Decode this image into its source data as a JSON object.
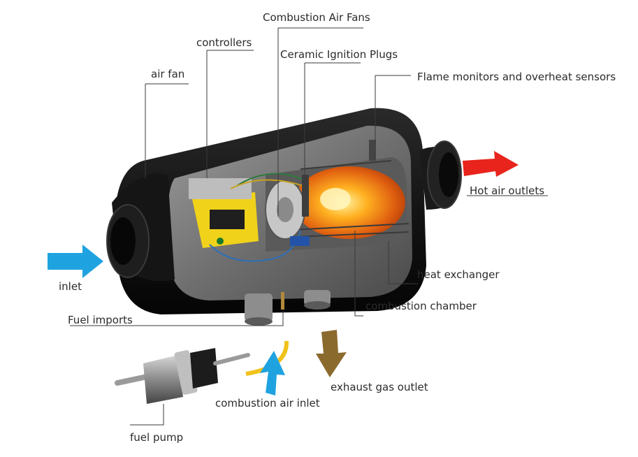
{
  "labels": {
    "combustion_air_fans": "Combustion Air Fans",
    "controllers": "controllers",
    "ceramic_ignition_plugs": "Ceramic Ignition Plugs",
    "air_fan": "air fan",
    "flame_monitors": "Flame monitors and overheat sensors",
    "hot_air_outlets": "Hot air outlets",
    "inlet": "inlet",
    "heat_exchanger": "heat exchanger",
    "combustion_chamber": "combustion chamber",
    "fuel_imports": "Fuel imports",
    "exhaust_gas_outlet": "exhaust gas outlet",
    "combustion_air_inlet": "combustion air inlet",
    "fuel_pump": "fuel pump"
  },
  "colors": {
    "inlet_arrow": "#1fa3e0",
    "hot_air_arrow": "#e8241c",
    "exhaust_arrow": "#8b6a2e",
    "leader_line": "#3a3a3a"
  },
  "icons": {
    "inlet": "arrow-right-icon",
    "hot_air": "arrow-right-icon",
    "exhaust": "arrow-down-icon",
    "combustion_air": "arrow-up-icon"
  }
}
